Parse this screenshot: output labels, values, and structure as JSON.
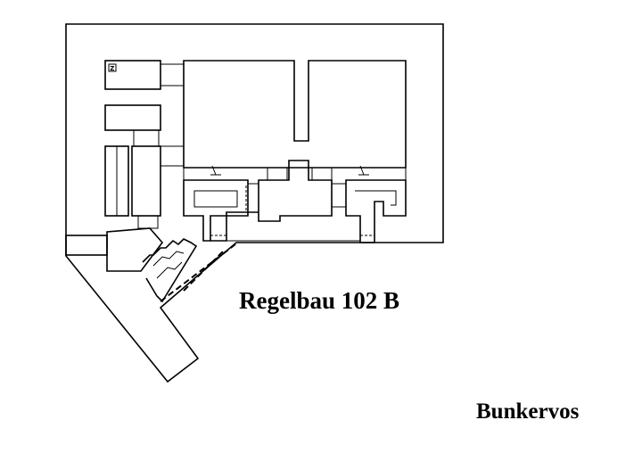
{
  "diagram": {
    "title": "Regelbau 102 B",
    "credit": "Bunkervos",
    "room_marker": "Z"
  }
}
